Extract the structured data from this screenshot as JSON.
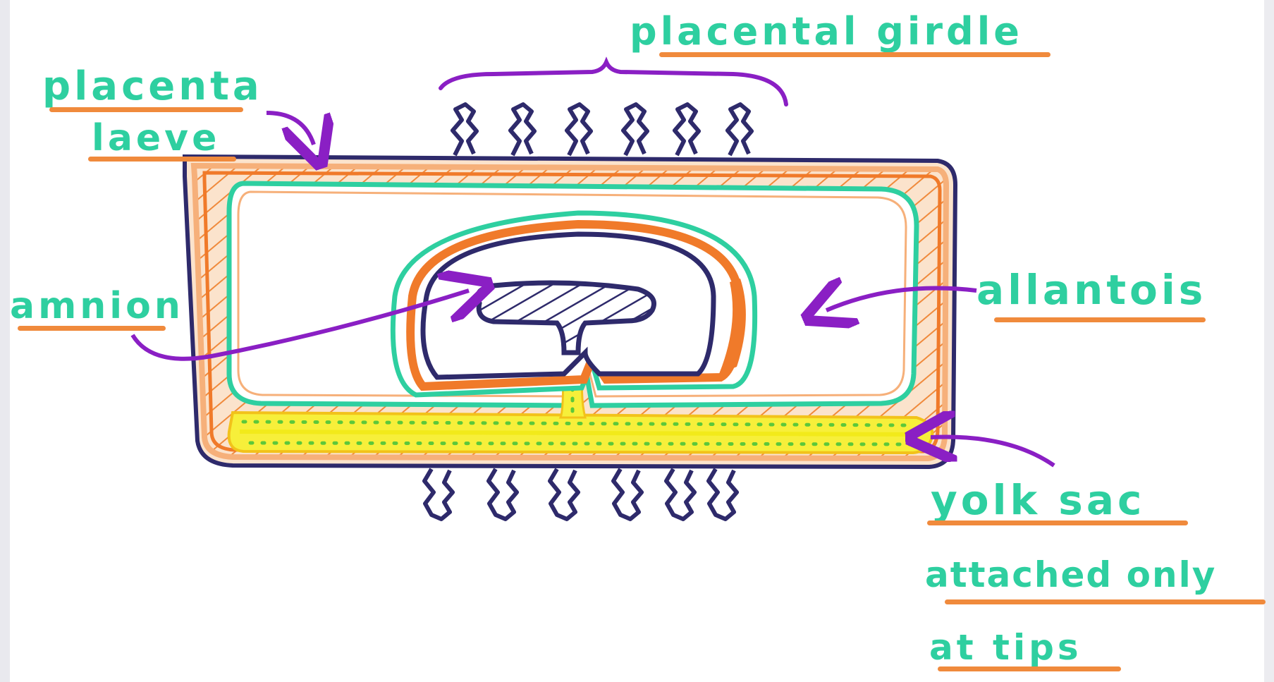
{
  "labels": {
    "placental_girdle": "placental girdle",
    "placenta_laeve_line1": "placenta",
    "placenta_laeve_line2": "laeve",
    "amnion": "amnion",
    "allantois": "allantois",
    "yolk_sac_line1": "yolk sac",
    "yolk_sac_line2": "attached only",
    "yolk_sac_line3": "at tips"
  },
  "colors": {
    "label_text": "#2ecfa0",
    "underline": "#f08a3c",
    "arrow": "#8a1fc4",
    "outline": "#2e2a6b",
    "orange_layer": "#f07a2a",
    "peach_layer": "#f6b07a",
    "teal_layer": "#2ecfa0",
    "yolk_yellow": "#f2ea1a",
    "yolk_dots": "#5cc83a",
    "background": "#ffffff"
  }
}
